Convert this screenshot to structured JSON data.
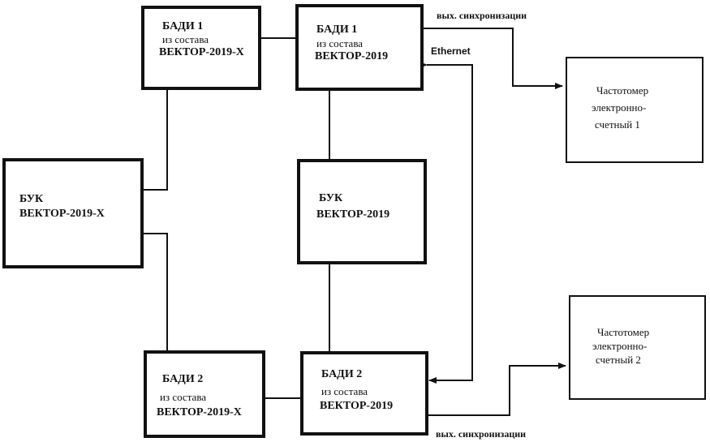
{
  "blocks": {
    "badi1_x": {
      "line1": "БАДИ 1",
      "line2": "из состава",
      "line3": "ВЕКТОР-2019-Х"
    },
    "badi1": {
      "line1": "БАДИ 1",
      "line2": "из состава",
      "line3": "ВЕКТОР-2019"
    },
    "buk_x": {
      "line1": "БУК",
      "line2": "ВЕКТОР-2019-Х"
    },
    "buk": {
      "line1": "БУК",
      "line2": "ВЕКТОР-2019"
    },
    "badi2_x": {
      "line1": "БАДИ 2",
      "line2": "из состава",
      "line3": "ВЕКТОР-2019-Х"
    },
    "badi2": {
      "line1": "БАДИ 2",
      "line2": "из состава",
      "line3": "ВЕКТОР-2019"
    },
    "freq1": {
      "line1": "Частотомер",
      "line2": "электронно-",
      "line3": "счетный 1"
    },
    "freq2": {
      "line1": "Частотомер",
      "line2": "электронно-",
      "line3": "счетный 2"
    }
  },
  "labels": {
    "sync_out_top": "вых. синхронизации",
    "ethernet": "Ethernet",
    "sync_out_bottom": "вых. синхронизации"
  },
  "colors": {
    "line": "#111111",
    "background": "#ffffff"
  }
}
